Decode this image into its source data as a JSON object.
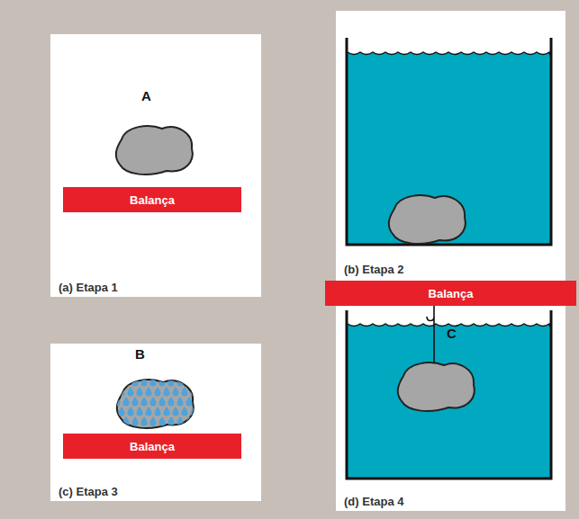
{
  "diagram": {
    "nodes": [
      {
        "text": [
          "(a) Etapa 1"
        ]
      },
      {
        "text": [
          "Balança"
        ],
        "in": 0
      },
      {
        "text": [
          "(b) Etapa 2"
        ]
      },
      {
        "text": [
          "(c) Etapa 3"
        ]
      },
      {
        "text": [
          "Balança"
        ],
        "in": 3
      },
      {
        "text": [
          "(d) Etapa 4"
        ]
      },
      {
        "text": [
          "Balança"
        ],
        "in": 5
      }
    ],
    "labels": [
      "A",
      "B",
      "C"
    ]
  }
}
